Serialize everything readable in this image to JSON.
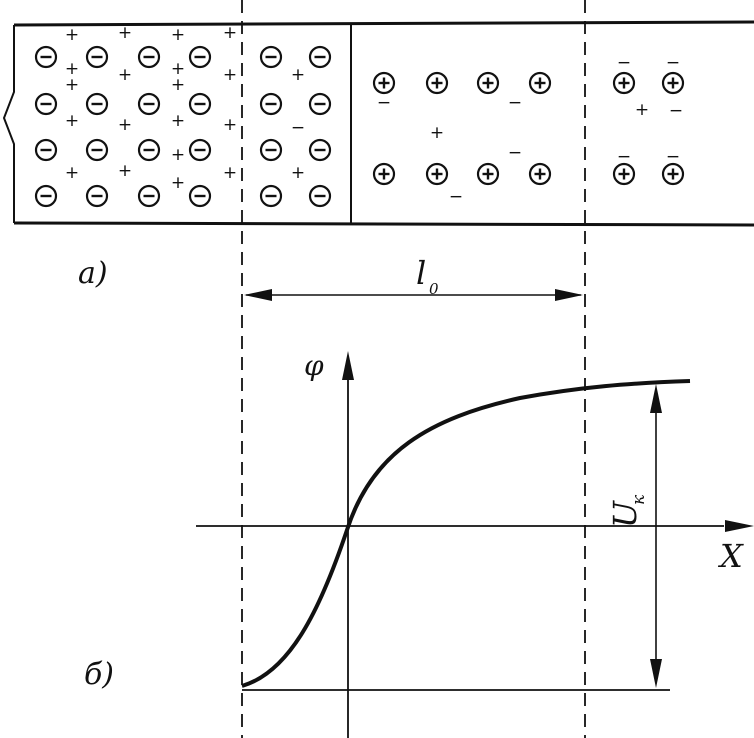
{
  "labels": {
    "part_a": "а)",
    "part_b": "б)",
    "length": "l",
    "length_sub": "0",
    "phi_axis": "φ",
    "x_axis": "X",
    "voltage": "U",
    "voltage_sub": "к"
  },
  "charges": {
    "plus": "+",
    "minus": "−"
  },
  "icons": {
    "acceptor_ion": "minus-in-circle-icon",
    "donor_ion": "plus-in-circle-icon"
  }
}
